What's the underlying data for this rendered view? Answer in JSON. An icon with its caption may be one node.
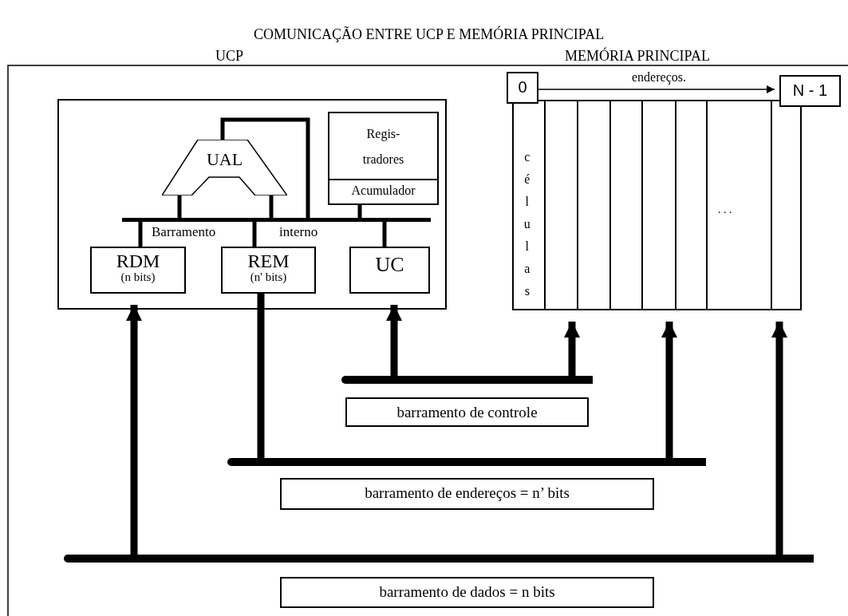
{
  "diagram": {
    "title": "COMUNICAÇÃO ENTRE UCP E MEMÓRIA PRINCIPAL",
    "nodes": [
      {
        "text": [],
        "shape": "box"
      },
      {
        "text": [
          "UAL"
        ],
        "in": 0
      },
      {
        "text": [
          "Regis- tradores"
        ],
        "in": 0
      },
      {
        "text": [
          "Acumulador"
        ],
        "in": 2
      },
      {
        "text": [],
        "shape": "bar",
        "in": 0,
        "beside": [
          "Barramento",
          "interno"
        ]
      },
      {
        "text": [
          "RDM",
          "(n bits)"
        ],
        "in": 0
      },
      {
        "text": [
          "REM",
          "(n' bits)"
        ],
        "in": 0
      },
      {
        "text": [
          "UC"
        ],
        "in": 0
      },
      {
        "text": [],
        "shape": "box"
      },
      {
        "text": [
          "0"
        ]
      },
      {
        "text": [
          "N - 1"
        ]
      },
      {
        "text": [
          "células"
        ],
        "in": 8
      },
      {
        "text": [],
        "shape": "bar"
      },
      {
        "text": [
          "barramento de controle"
        ]
      },
      {
        "text": [],
        "shape": "bar"
      },
      {
        "text": [
          "barramento de endereços = n’ bits"
        ]
      },
      {
        "text": [],
        "shape": "bar"
      },
      {
        "text": [
          "barramento de dados = n bits"
        ]
      }
    ],
    "edges": [
      {
        "from": 1,
        "to": 4,
        "arrow": "none"
      },
      {
        "from": 1,
        "to": 4,
        "arrow": "none"
      },
      {
        "from": 1,
        "to": 4,
        "arrow": "none"
      },
      {
        "from": 3,
        "to": 4,
        "arrow": "none"
      },
      {
        "from": 4,
        "to": 5,
        "arrow": "none"
      },
      {
        "from": 4,
        "to": 6,
        "arrow": "none"
      },
      {
        "from": 4,
        "to": 7,
        "arrow": "none"
      },
      {
        "from": 9,
        "to": 10,
        "arrow": "to",
        "label": "endereços."
      },
      {
        "from": 12,
        "to": 7,
        "arrow": "to",
        "style": "thick"
      },
      {
        "from": 12,
        "to": 8,
        "arrow": "to",
        "style": "thick"
      },
      {
        "from": 6,
        "to": 14,
        "arrow": "none",
        "style": "thick"
      },
      {
        "from": 14,
        "to": 8,
        "arrow": "to",
        "style": "thick"
      },
      {
        "from": 16,
        "to": 5,
        "arrow": "to",
        "style": "thick"
      },
      {
        "from": 16,
        "to": 8,
        "arrow": "to",
        "style": "thick"
      }
    ],
    "labels": [
      "UCP",
      "MEMÓRIA PRINCIPAL",
      ". . ."
    ]
  }
}
